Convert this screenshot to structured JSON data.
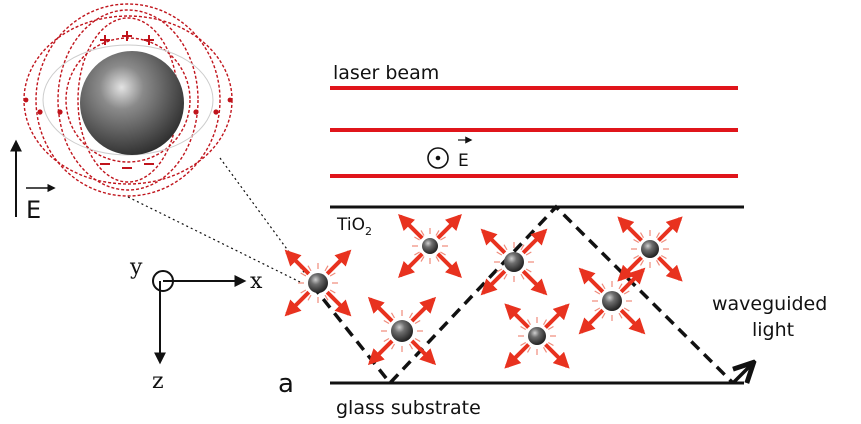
{
  "labels": {
    "laser_beam": "laser beam",
    "e_field_vector": "E",
    "tio2_main": "TiO",
    "tio2_sub": "2",
    "waveguided_line1": "waveguided",
    "waveguided_line2": "light",
    "glass_substrate": "glass substrate",
    "panel": "a",
    "axis_y": "y",
    "axis_x": "x",
    "axis_z": "z",
    "inset_e": "E"
  },
  "colors": {
    "beam": "#e0151b",
    "scatter": "#e8321f",
    "dipole": "#c0141c",
    "path": "#111111"
  },
  "icons": {
    "nanoparticle": "metal-nanoparticle-icon",
    "out_of_plane": "circle-dot-icon"
  }
}
